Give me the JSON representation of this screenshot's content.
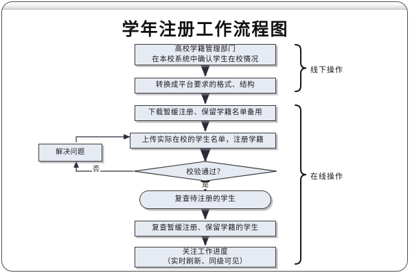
{
  "page": {
    "title": "学年注册工作流程图",
    "frame_border_color": "#4a4a4a",
    "node_fill_color": "#e6eaf3",
    "node_border_color": "#3a3a3a",
    "line_color": "#2b2b3a"
  },
  "nodes": {
    "step1": {
      "line1": "高校学籍管理部门",
      "line2": "在本校系统中确认学生在校情况"
    },
    "step2": {
      "line1": "转换成平台要求的格式、结构"
    },
    "step3": {
      "line1": "下载暂缓注册、保留学籍名单备用"
    },
    "step4": {
      "line1": "上传实际在校的学生名单，注册学籍"
    },
    "decision": {
      "line1": "校验通过？"
    },
    "fix": {
      "line1": "解决问题"
    },
    "review": {
      "line1": "复查待注册的学生"
    },
    "review_deferred": {
      "line1": "复查暂缓注册、保留学籍的学生"
    },
    "monitor": {
      "line1": "关注工作进度",
      "line2": "（实时刷新、同级可见）"
    }
  },
  "edge_labels": {
    "yes": "是",
    "no": "否"
  },
  "groups": {
    "offline": {
      "label": "线下操作"
    },
    "online": {
      "label": "在线操作"
    }
  },
  "chart_data": {
    "type": "diagram",
    "title": "学年注册工作流程图",
    "orientation": "top-to-bottom",
    "nodes": [
      {
        "id": "step1",
        "shape": "rect",
        "text": "高校学籍管理部门 在本校系统中确认学生在校情况",
        "group": "线下操作"
      },
      {
        "id": "step2",
        "shape": "rect",
        "text": "转换成平台要求的格式、结构",
        "group": "线下操作"
      },
      {
        "id": "step3",
        "shape": "rect",
        "text": "下载暂缓注册、保留学籍名单备用",
        "group": "在线操作"
      },
      {
        "id": "step4",
        "shape": "rect",
        "text": "上传实际在校的学生名单，注册学籍",
        "group": "在线操作"
      },
      {
        "id": "decision",
        "shape": "diamond",
        "text": "校验通过？",
        "group": "在线操作"
      },
      {
        "id": "fix",
        "shape": "rect",
        "text": "解决问题",
        "group": ""
      },
      {
        "id": "review",
        "shape": "stadium",
        "text": "复查待注册的学生",
        "group": "在线操作"
      },
      {
        "id": "review_deferred",
        "shape": "rect",
        "text": "复查暂缓注册、保留学籍的学生",
        "group": "在线操作"
      },
      {
        "id": "monitor",
        "shape": "rect",
        "text": "关注工作进度 （实时刷新、同级可见）",
        "group": "在线操作"
      }
    ],
    "edges": [
      {
        "from": "step1",
        "to": "step2",
        "label": ""
      },
      {
        "from": "step2",
        "to": "step3",
        "label": ""
      },
      {
        "from": "step3",
        "to": "step4",
        "label": ""
      },
      {
        "from": "step4",
        "to": "decision",
        "label": ""
      },
      {
        "from": "decision",
        "to": "review",
        "label": "是"
      },
      {
        "from": "decision",
        "to": "fix",
        "label": "否"
      },
      {
        "from": "fix",
        "to": "step4",
        "label": ""
      },
      {
        "from": "review",
        "to": "review_deferred",
        "label": ""
      },
      {
        "from": "review_deferred",
        "to": "monitor",
        "label": ""
      }
    ]
  }
}
